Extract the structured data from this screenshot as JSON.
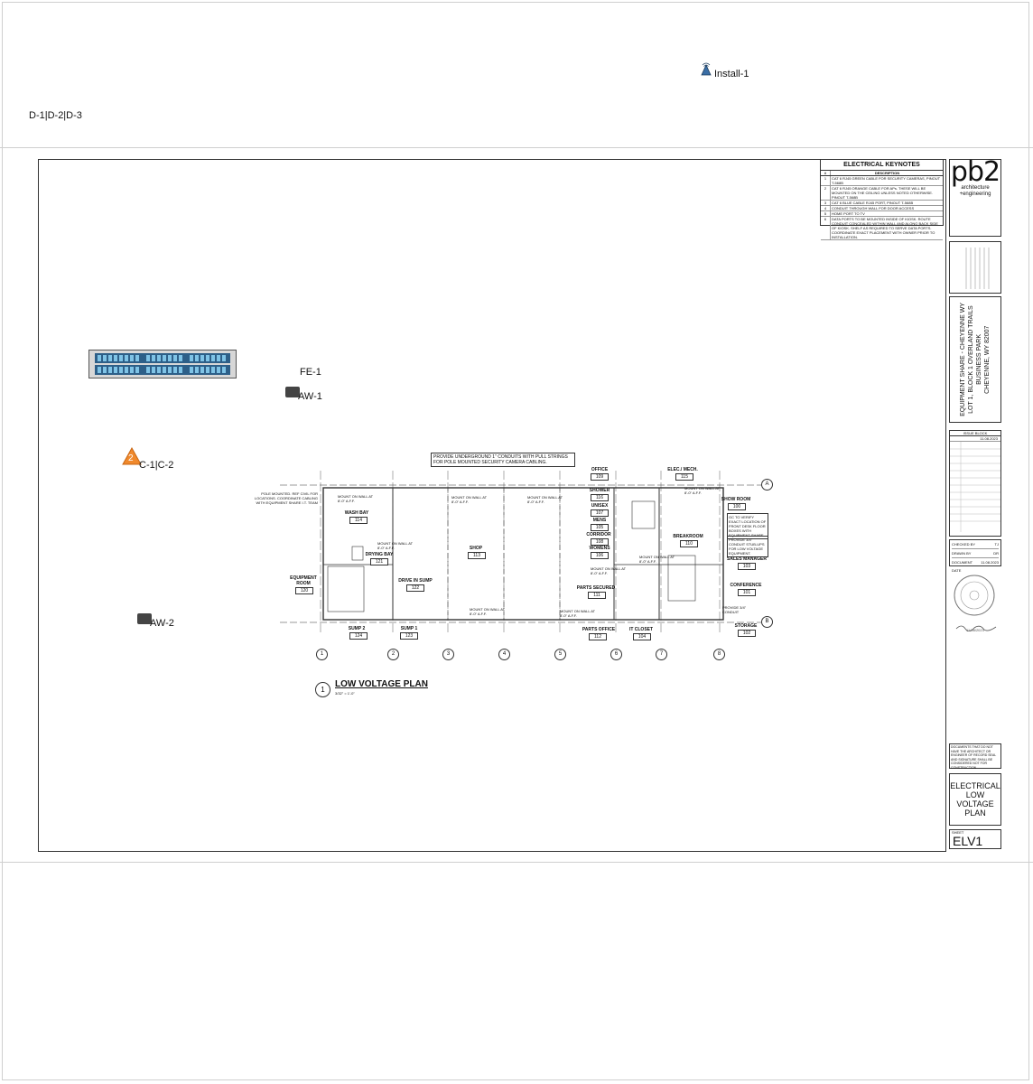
{
  "markers": {
    "d_group": "D-1|D-2|D-3",
    "install": "Install-1",
    "fe": "FE-1",
    "aw1": "AW-1",
    "aw2": "AW-2",
    "c_group": "C-1|C-2",
    "c_badge": "2"
  },
  "keynotes": {
    "title": "ELECTRICAL KEYNOTES",
    "col_num": "#",
    "col_desc": "DESCRIPTION",
    "rows": [
      {
        "n": "1",
        "d": "CAT 6 RJ45 GREEN CABLE FOR SECURITY CAMERAS, PINOUT T-568B"
      },
      {
        "n": "2",
        "d": "CAT 6 RJ45 ORANGE CABLE FOR APs. THESE WILL BE MOUNTED ON THE CEILING UNLESS NOTED OTHERWISE. PINOUT T-568B"
      },
      {
        "n": "3",
        "d": "CAT 6 BLUE CABLE RJ45 PORT, PINOUT T-568B"
      },
      {
        "n": "4",
        "d": "CONDUIT THROUGH WALL FOR DOOR ACCESS"
      },
      {
        "n": "5",
        "d": "HOME PORT TO TV"
      },
      {
        "n": "6",
        "d": "DATA PORTS TO BE MOUNTED INSIDE OF KIOSK. ROUTE CONDUIT CONCEALED WITHIN WALL AND ALONG BACK SIDE OF KIOSK. SHELF AS REQUIRED TO SERVE DATA PORTS. COORDINATE EXACT PLACEMENT WITH OWNER PRIOR TO INSTALLATION."
      }
    ]
  },
  "titleblock": {
    "logo": "pb2",
    "logo_sub1": "architecture",
    "logo_sub2": "+engineering",
    "project": "EQUIPMENT SHARE - CHEYENNE WY",
    "project_line2": "LOT 1, BLOCK 1 OVERLAND TRAILS",
    "project_line3": "BUSINESS PARK",
    "project_line4": "CHEYENNE, WY 82007",
    "issue_block": "ISSUE BLOCK",
    "issue_date": "11.08.2023",
    "checked_by_label": "CHECKED BY",
    "checked_by": "TJ",
    "drawn_by_label": "DRAWN BY",
    "drawn_by": "DR",
    "doc_date_label": "DOCUMENT DATE",
    "doc_date": "11.08.2023",
    "seal_date": "11/08/2023",
    "disclaimer": "DOCUMENTS THAT DO NOT HAVE THE ARCHITECT OR ENGINEER OF RECORD SEAL AND SIGNATURE SHALL BE CONSIDERED NOT FOR CONSTRUCTION",
    "sheet_title": "ELECTRICAL LOW VOLTAGE PLAN",
    "sheet_label": "SHEET",
    "sheet_number": "ELV1"
  },
  "plan": {
    "title": "LOW VOLTAGE PLAN",
    "scale": "3/32\" = 1'-0\"",
    "view_num": "1",
    "top_note": "PROVIDE UNDERGROUND 1\" CONDUITS WITH PULL STRINGS FOR POLE MOUNTED SECURITY CAMERA CABLING.",
    "pole_note": "POLE MOUNTED. REF CIVIL FOR LOCATIONS. COORDINATE CABLING WITH EQUIPMENT SHARE I.T. TEAM",
    "mount_note": "MOUNT ON WALL AT 8'-0\" A.F.F.",
    "gc_note": "GC TO VERIFY EXACT LOCATION OF FRONT DESK FLOOR BOXES WITH EQUIPMENT SHARE.",
    "stub_note": "PROVIDE 3/4\" CONDUIT STUB-UPS FOR LOW VOLTAGE EQUIPMENT.",
    "provide_note": "PROVIDE 3/4\" CONDUIT",
    "grid_cols": [
      "1",
      "2",
      "3",
      "4",
      "5",
      "6",
      "7",
      "8"
    ],
    "grid_rows": [
      "A",
      "B"
    ],
    "rooms": [
      {
        "name": "WASH BAY",
        "num": "114"
      },
      {
        "name": "DRYING BAY",
        "num": "121"
      },
      {
        "name": "EQUIPMENT ROOM",
        "num": "120"
      },
      {
        "name": "DRIVE IN SUMP",
        "num": "122"
      },
      {
        "name": "SHOP",
        "num": "113"
      },
      {
        "name": "SUMP 2",
        "num": "124"
      },
      {
        "name": "SUMP 1",
        "num": "123"
      },
      {
        "name": "OFFICE",
        "num": "109"
      },
      {
        "name": "SHOWER",
        "num": "116"
      },
      {
        "name": "UNISEX",
        "num": "107"
      },
      {
        "name": "MENS",
        "num": "105"
      },
      {
        "name": "CORRIDOR",
        "num": "108"
      },
      {
        "name": "WOMENS",
        "num": "106"
      },
      {
        "name": "PARTS SECURED",
        "num": "111"
      },
      {
        "name": "PARTS OFFICE",
        "num": "112"
      },
      {
        "name": "IT CLOSET",
        "num": "104"
      },
      {
        "name": "ELEC./ MECH.",
        "num": "115"
      },
      {
        "name": "SHOW ROOM",
        "num": "100"
      },
      {
        "name": "BREAKROOM",
        "num": "110"
      },
      {
        "name": "SALES MANAGER",
        "num": "103"
      },
      {
        "name": "CONFERENCE",
        "num": "101"
      },
      {
        "name": "STORAGE",
        "num": "102"
      }
    ]
  }
}
